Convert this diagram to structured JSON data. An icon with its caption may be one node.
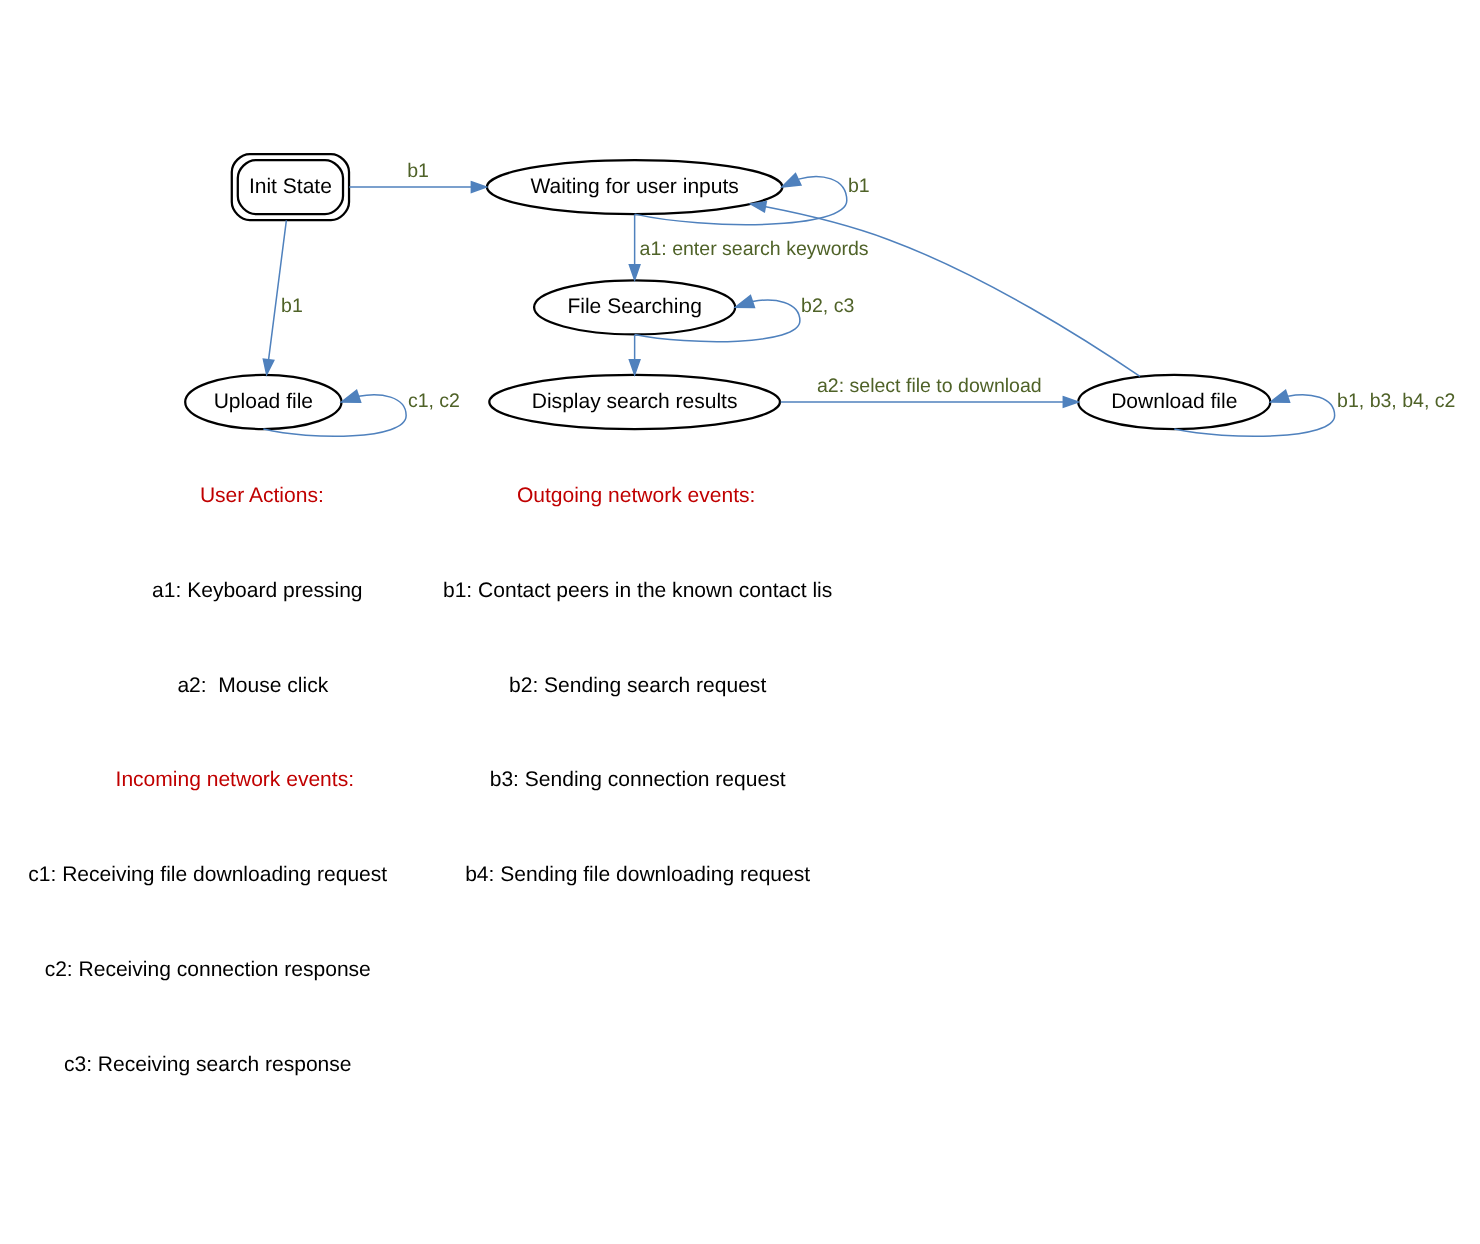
{
  "diagram": {
    "nodes": [
      {
        "text": [
          "Init State"
        ]
      },
      {
        "text": [
          "Waiting for user inputs"
        ]
      },
      {
        "text": [
          "File Searching"
        ]
      },
      {
        "text": [
          "Upload file"
        ]
      },
      {
        "text": [
          "Download file"
        ]
      },
      {
        "text": [
          "Display search results"
        ]
      }
    ],
    "edges": [
      {
        "from": 0,
        "to": 1,
        "arrow": "to",
        "label": "b1"
      },
      {
        "from": 0,
        "to": 3,
        "arrow": "to",
        "label": "b1"
      },
      {
        "from": 1,
        "to": 1,
        "arrow": "to",
        "label": "b1"
      },
      {
        "from": 1,
        "to": 2,
        "arrow": "to",
        "label": "a1: enter search keywords"
      },
      {
        "from": 2,
        "to": 2,
        "arrow": "to",
        "label": "b2, c3"
      },
      {
        "from": 2,
        "to": 5,
        "arrow": "to"
      },
      {
        "from": 5,
        "to": 4,
        "arrow": "to",
        "label": "a2: select file to download"
      },
      {
        "from": 4,
        "to": 1,
        "arrow": "to"
      },
      {
        "from": 4,
        "to": 4,
        "arrow": "to",
        "label": "b1, b3, b4, c2"
      },
      {
        "from": 3,
        "to": 3,
        "arrow": "to",
        "label": "c1, c2"
      }
    ],
    "labels": [
      "User Actions:",
      "a1: Keyboard pressing",
      "a2:  Mouse click",
      "Incoming network events:",
      "c1: Receiving file downloading request",
      "c2: Receiving connection response",
      "c3: Receiving search response",
      "Outgoing network events:",
      "b1: Contact peers in the known contact lis",
      "b2: Sending search request",
      "b3: Sending connection request",
      "b4: Sending file downloading request"
    ]
  }
}
